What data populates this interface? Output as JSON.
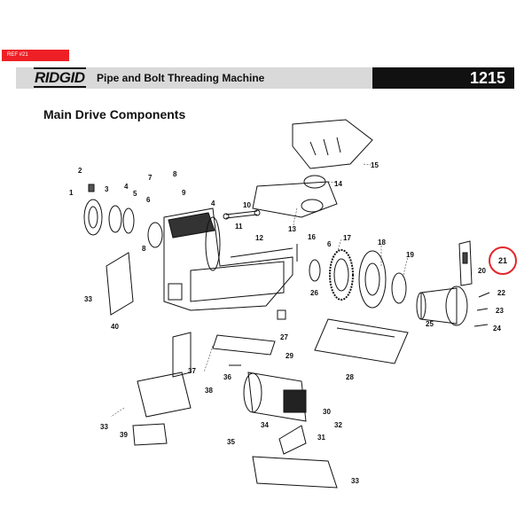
{
  "ref_tag": "REF #21",
  "header": {
    "brand": "RIDGID",
    "title": "Pipe and Bolt Threading Machine",
    "model": "1215"
  },
  "section_title": "Main Drive Components",
  "highlight": {
    "part": "21",
    "color": "#e3262b"
  },
  "colors": {
    "brand_red": "#ee2026",
    "header_gray": "#d9d9d9",
    "header_black": "#111111"
  },
  "callouts": {
    "c1": "1",
    "c2": "2",
    "c3": "3",
    "c4": "4",
    "c5": "5",
    "c6": "6",
    "c7": "7",
    "c8": "8",
    "c9": "9",
    "c10": "10",
    "c11": "11",
    "c12": "12",
    "c13": "13",
    "c14": "14",
    "c15": "15",
    "c16": "16",
    "c17": "17",
    "c18": "18",
    "c19": "19",
    "c20": "20",
    "c22": "22",
    "c23": "23",
    "c24": "24",
    "c25": "25",
    "c26": "26",
    "c27": "27",
    "c28": "28",
    "c29": "29",
    "c30": "30",
    "c31": "31",
    "c32": "32",
    "c33": "33",
    "c34": "34",
    "c35": "35",
    "c36": "36",
    "c37": "37",
    "c38": "38",
    "c39": "39",
    "c40": "40"
  }
}
